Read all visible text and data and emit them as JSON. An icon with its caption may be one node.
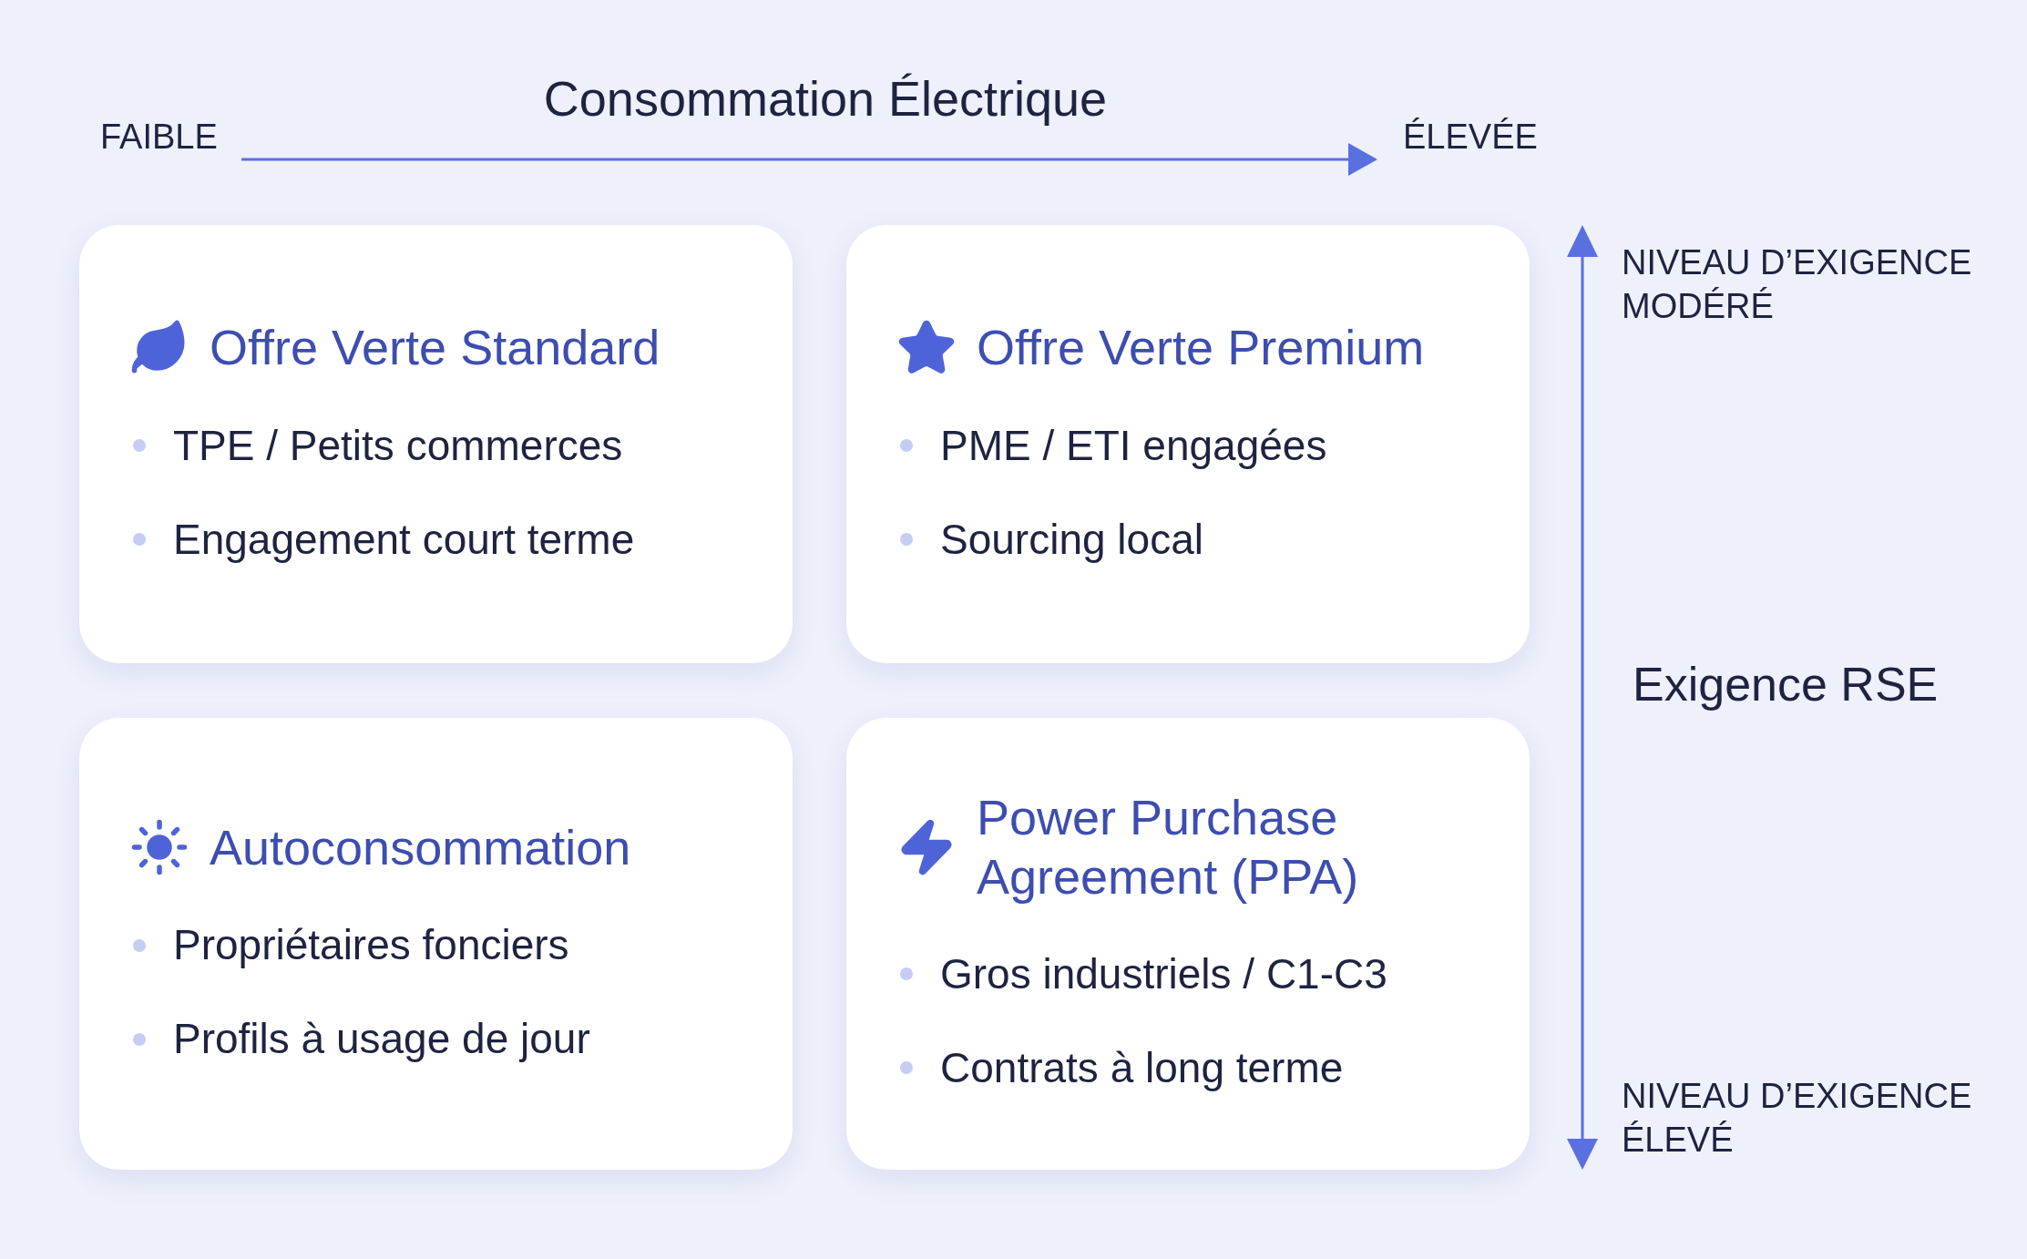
{
  "diagram": {
    "title": "Consommation Électrique",
    "nodes": [
      {
        "text": [
          "Offre Verte Standard",
          "TPE / Petits commerces",
          "Engagement court terme"
        ]
      },
      {
        "text": [
          "Offre Verte Premium",
          "PME / ETI engagées",
          "Sourcing local"
        ]
      },
      {
        "text": [
          "Autoconsommation",
          "Propriétaires fonciers",
          "Profils à usage de jour"
        ]
      },
      {
        "text": [
          "Power Purchase Agreement (PPA)",
          "Gros industriels / C1-C3",
          "Contrats à long terme"
        ]
      }
    ],
    "labels": [
      "FAIBLE",
      "ÉLEVÉE",
      "NIVEAU D’EXIGENCE MODÉRÉ",
      "Exigence RSE",
      "NIVEAU D’EXIGENCE ÉLEVÉ"
    ]
  }
}
